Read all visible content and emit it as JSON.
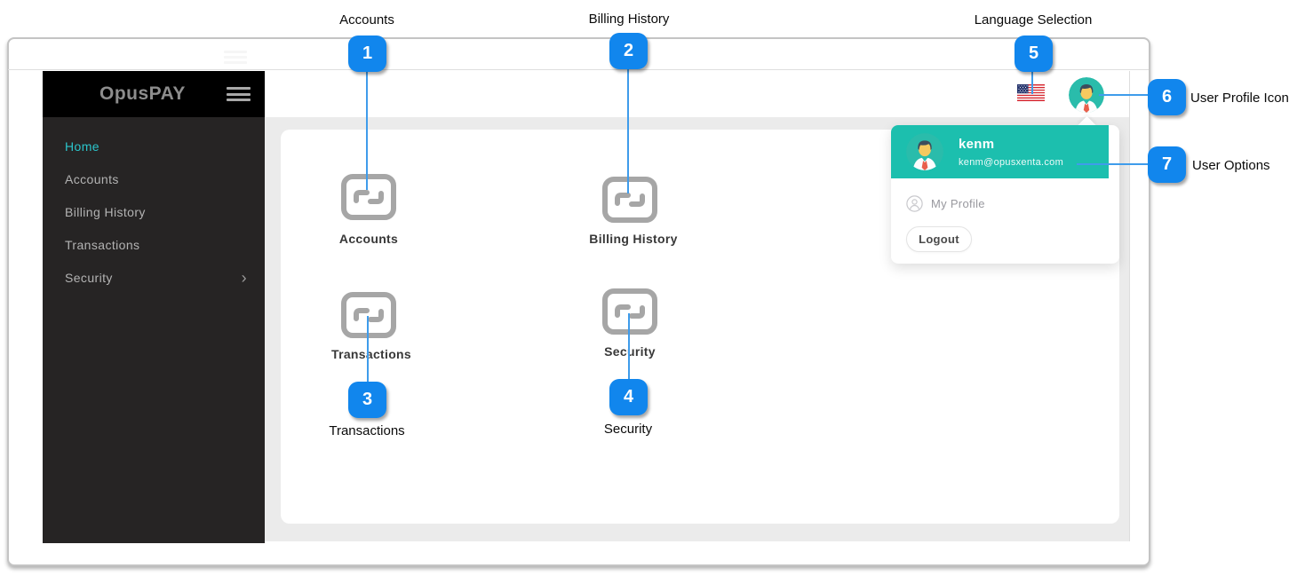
{
  "callouts": {
    "c1": {
      "number": "1",
      "label": "Accounts"
    },
    "c2": {
      "number": "2",
      "label": "Billing History"
    },
    "c3": {
      "number": "3",
      "label": "Transactions"
    },
    "c4": {
      "number": "4",
      "label": "Security"
    },
    "c5": {
      "number": "5",
      "label": "Language Selection"
    },
    "c6": {
      "number": "6",
      "label": "User Profile Icon"
    },
    "c7": {
      "number": "7",
      "label": "User Options"
    }
  },
  "sidebar": {
    "brand": "OpusPAY",
    "items": [
      {
        "label": "Home",
        "active": true
      },
      {
        "label": "Accounts",
        "active": false
      },
      {
        "label": "Billing History",
        "active": false
      },
      {
        "label": "Transactions",
        "active": false
      },
      {
        "label": "Security",
        "active": false,
        "has_submenu": true
      }
    ]
  },
  "topbar": {
    "language_flag": "us-flag-icon"
  },
  "tiles": [
    {
      "label": "Accounts"
    },
    {
      "label": "Billing History"
    },
    {
      "label": "Transactions"
    },
    {
      "label": "Security"
    }
  ],
  "user_menu": {
    "name": "kenm",
    "email": "kenm@opusxenta.com",
    "profile_label": "My Profile",
    "logout_label": "Logout"
  },
  "colors": {
    "callout_blue": "#1186ed",
    "callout_line_blue": "#3f9ceb",
    "teal_accent": "#1cbfae",
    "active_nav_teal": "#2bc5cb",
    "sidebar_bg": "#262424",
    "sidebar_header_bg": "#000000",
    "content_bg": "#ebebeb"
  }
}
